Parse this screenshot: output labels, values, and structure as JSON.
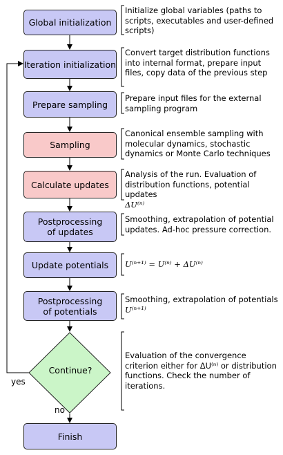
{
  "steps": [
    {
      "label": "Global initialization",
      "color": "#c8c8f5",
      "description": "Initialize global variables (paths to scripts, executables and user-defined scripts)"
    },
    {
      "label": "Iteration initialization",
      "color": "#c8c8f5",
      "description": "Convert target distribution functions into internal format, prepare input files, copy data of the previous step"
    },
    {
      "label": "Prepare sampling",
      "color": "#c8c8f5",
      "description": "Prepare input files for the external sampling program"
    },
    {
      "label": "Sampling",
      "color": "#f9c9c9",
      "description": "Canonical ensemble sampling with molecular dynamics, stochastic dynamics or Monte Carlo techniques"
    },
    {
      "label": "Calculate updates",
      "color": "#f9c9c9",
      "description": "Analysis of the run. Evaluation of distribution functions, potential updates",
      "math": "ΔU⁽ⁿ⁾"
    },
    {
      "label": "Postprocessing of updates",
      "color": "#c8c8f5",
      "description": "Smoothing, extrapolation of potential updates. Ad-hoc pressure correction."
    },
    {
      "label": "Update potentials",
      "color": "#c8c8f5",
      "description": "",
      "math": "U⁽ⁿ⁺¹⁾ = U⁽ⁿ⁾ + ΔU⁽ⁿ⁾"
    },
    {
      "label": "Postprocessing of potentials",
      "color": "#c8c8f5",
      "description": "Smoothing, extrapolation of potentials",
      "math": "U⁽ⁿ⁺¹⁾"
    }
  ],
  "decision": {
    "label": "Continue?",
    "color": "#cbf5c8",
    "description": "Evaluation of the convergence criterion either for ΔU⁽ⁿ⁾ or distribution functions. Check the number of iterations.",
    "yes_label": "yes",
    "no_label": "no"
  },
  "final": {
    "label": "Finish",
    "color": "#c8c8f5"
  }
}
